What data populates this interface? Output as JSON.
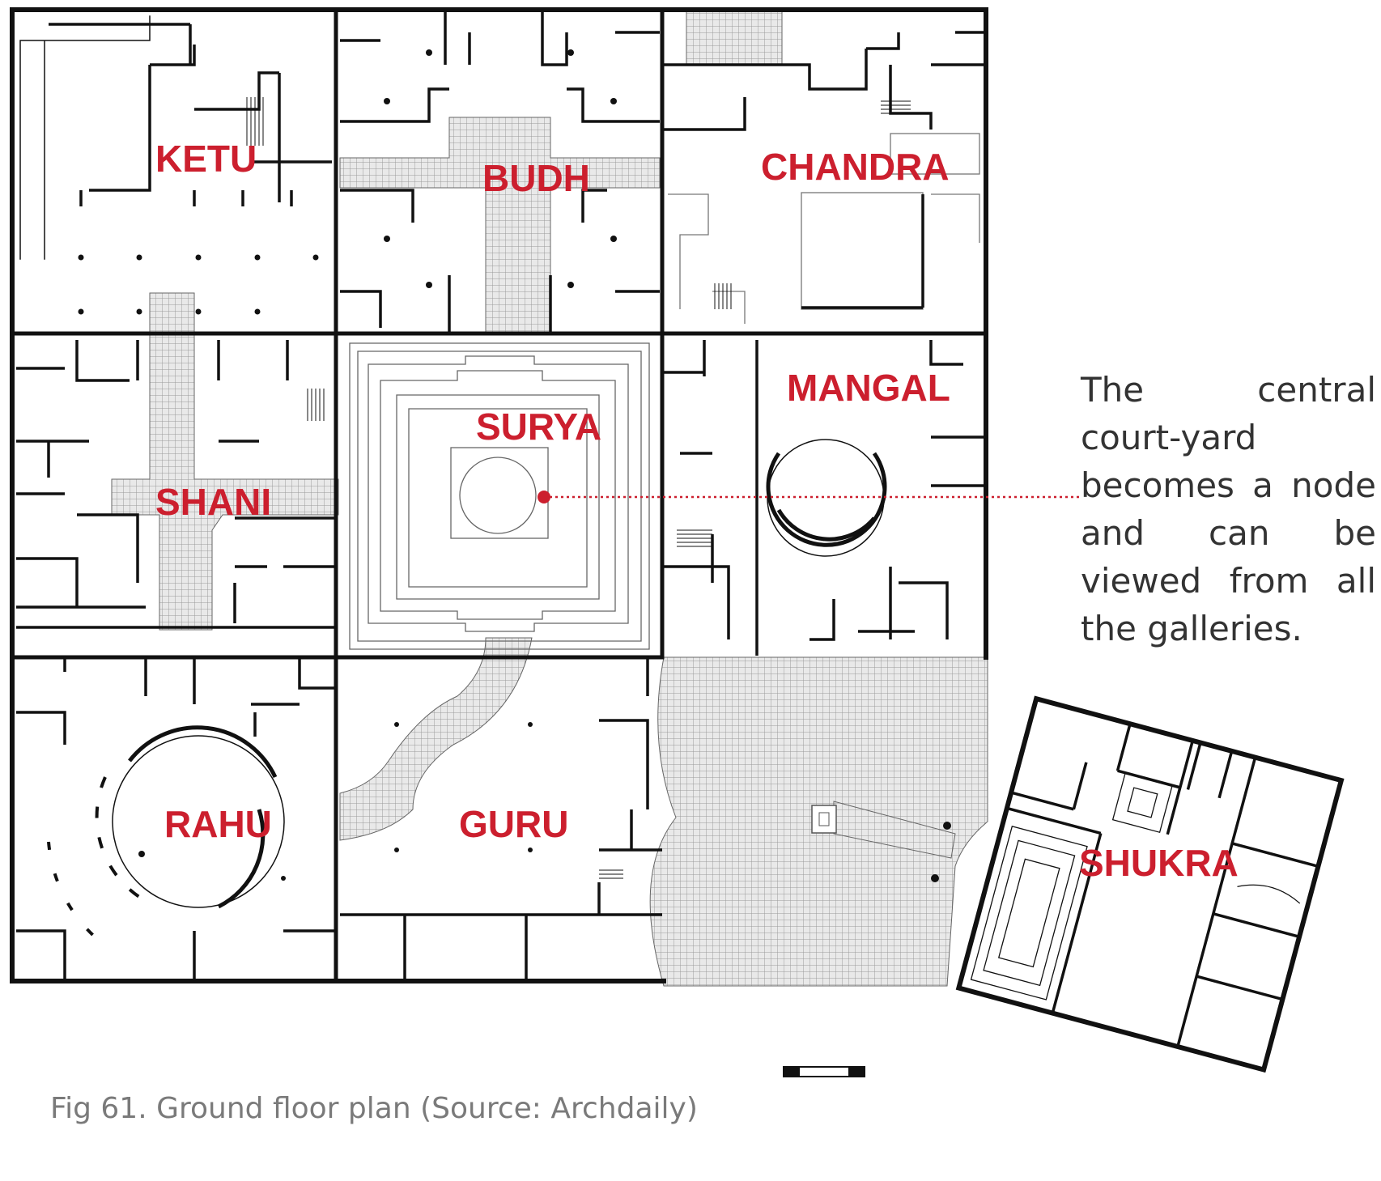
{
  "figure": {
    "labels": {
      "ketu": "KETU",
      "budh": "BUDH",
      "chandra": "CHANDRA",
      "shani": "SHANI",
      "surya": "SURYA",
      "mangal": "MANGAL",
      "rahu": "RAHU",
      "guru": "GURU",
      "shukra": "SHUKRA"
    },
    "annotation": "The central court-yard becomes a node and can be viewed from all the galleries.",
    "caption": "Fig 61. Ground floor plan (Source: Archdaily)"
  },
  "colors": {
    "label_red": "#cc1f2e",
    "wall": "#111111",
    "hatch": "#a9a9a9",
    "text_gray": "#333333",
    "caption_gray": "#7a7a7a"
  }
}
